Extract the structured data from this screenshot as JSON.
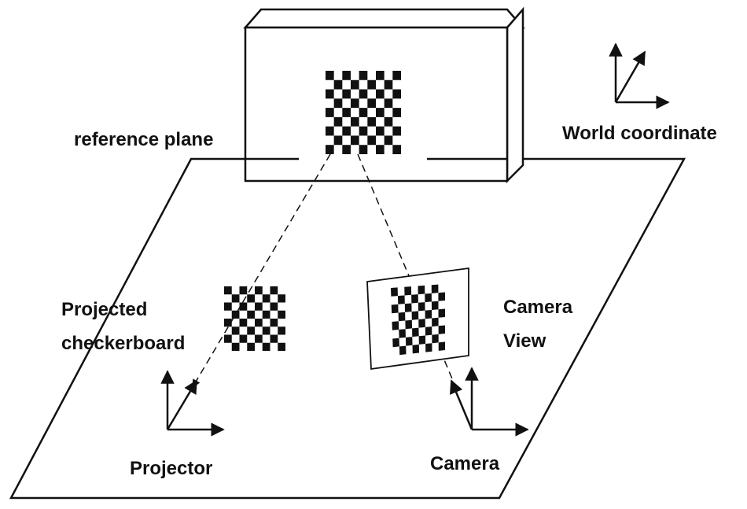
{
  "labels": {
    "reference_plane": "reference plane",
    "world_coordinate": "World coordinate",
    "projected_line1": "Projected",
    "projected_line2": "checkerboard",
    "camera_view_line1": "Camera",
    "camera_view_line2": "View",
    "projector": "Projector",
    "camera": "Camera"
  },
  "checkerboards": {
    "reference": {
      "rows": 9,
      "cols": 9
    },
    "projected": {
      "rows": 8,
      "cols": 8
    },
    "camera_view": {
      "rows": 8,
      "cols": 8
    }
  },
  "colors": {
    "ink": "#111111",
    "background": "#ffffff"
  }
}
